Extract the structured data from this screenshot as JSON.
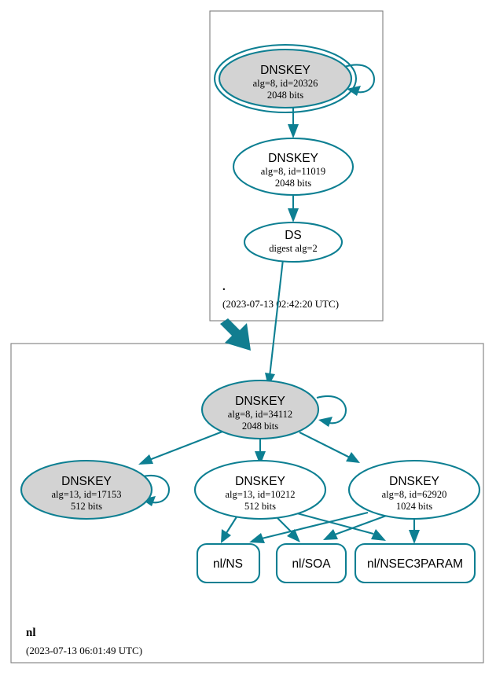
{
  "diagram": {
    "kind": "dnssec-authentication-chain",
    "accent_color": "#0d7f92",
    "secure_node_fill": "#d3d3d3",
    "zone_border_color": "#7f7f7f",
    "zones": [
      {
        "id": "root-zone",
        "name": ".",
        "timestamp": "(2023-07-13 02:42:20 UTC)"
      },
      {
        "id": "nl-zone",
        "name": "nl",
        "timestamp": "(2023-07-13 06:01:49 UTC)"
      }
    ],
    "nodes": [
      {
        "id": "root-ksk",
        "type": "DNSKEY",
        "title": "DNSKEY",
        "line2": "alg=8, id=20326",
        "line3": "2048 bits",
        "double_ring": true,
        "shaded": true,
        "self_signed": true
      },
      {
        "id": "root-zsk",
        "type": "DNSKEY",
        "title": "DNSKEY",
        "line2": "alg=8, id=11019",
        "line3": "2048 bits",
        "double_ring": false,
        "shaded": false,
        "self_signed": false
      },
      {
        "id": "root-ds",
        "type": "DS",
        "title": "DS",
        "line2": "digest alg=2",
        "line3": "",
        "double_ring": false,
        "shaded": false,
        "self_signed": false
      },
      {
        "id": "nl-ksk",
        "type": "DNSKEY",
        "title": "DNSKEY",
        "line2": "alg=8, id=34112",
        "line3": "2048 bits",
        "double_ring": false,
        "shaded": true,
        "self_signed": true
      },
      {
        "id": "nl-key-17153",
        "type": "DNSKEY",
        "title": "DNSKEY",
        "line2": "alg=13, id=17153",
        "line3": "512 bits",
        "double_ring": false,
        "shaded": true,
        "self_signed": true
      },
      {
        "id": "nl-key-10212",
        "type": "DNSKEY",
        "title": "DNSKEY",
        "line2": "alg=13, id=10212",
        "line3": "512 bits",
        "double_ring": false,
        "shaded": false,
        "self_signed": false
      },
      {
        "id": "nl-key-62920",
        "type": "DNSKEY",
        "title": "DNSKEY",
        "line2": "alg=8, id=62920",
        "line3": "1024 bits",
        "double_ring": false,
        "shaded": false,
        "self_signed": false
      }
    ],
    "rrsets": [
      {
        "id": "nl-ns",
        "label": "nl/NS"
      },
      {
        "id": "nl-soa",
        "label": "nl/SOA"
      },
      {
        "id": "nl-nsec3param",
        "label": "nl/NSEC3PARAM"
      }
    ],
    "edges": [
      {
        "from": "root-ksk",
        "to": "root-ksk",
        "kind": "self-loop"
      },
      {
        "from": "root-ksk",
        "to": "root-zsk",
        "kind": "signs"
      },
      {
        "from": "root-zsk",
        "to": "root-ds",
        "kind": "signs"
      },
      {
        "from": "root-ds",
        "to": "nl-ksk",
        "kind": "delegation-trust"
      },
      {
        "from": "root-zone",
        "to": "nl-zone",
        "kind": "zone-delegation"
      },
      {
        "from": "nl-ksk",
        "to": "nl-ksk",
        "kind": "self-loop"
      },
      {
        "from": "nl-ksk",
        "to": "nl-key-17153",
        "kind": "signs"
      },
      {
        "from": "nl-ksk",
        "to": "nl-key-10212",
        "kind": "signs"
      },
      {
        "from": "nl-ksk",
        "to": "nl-key-62920",
        "kind": "signs"
      },
      {
        "from": "nl-key-17153",
        "to": "nl-key-17153",
        "kind": "self-loop"
      },
      {
        "from": "nl-key-10212",
        "to": "nl-ns",
        "kind": "signs"
      },
      {
        "from": "nl-key-10212",
        "to": "nl-soa",
        "kind": "signs"
      },
      {
        "from": "nl-key-10212",
        "to": "nl-nsec3param",
        "kind": "signs"
      },
      {
        "from": "nl-key-62920",
        "to": "nl-ns",
        "kind": "signs"
      },
      {
        "from": "nl-key-62920",
        "to": "nl-soa",
        "kind": "signs"
      },
      {
        "from": "nl-key-62920",
        "to": "nl-nsec3param",
        "kind": "signs"
      }
    ]
  }
}
